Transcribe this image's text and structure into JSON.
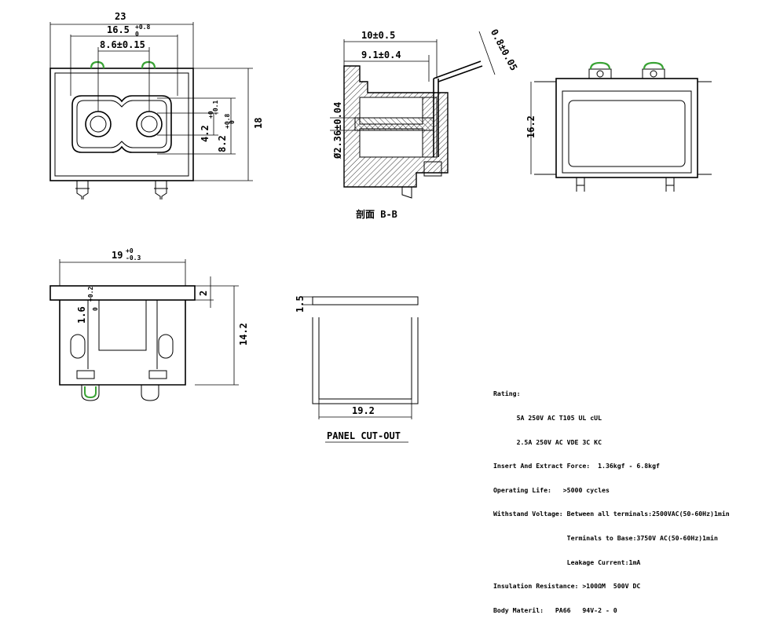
{
  "colors": {
    "line": "#000000",
    "accent": "#3aa335",
    "background": "#ffffff"
  },
  "front_view": {
    "width_23": "23",
    "width_16_5": "16.5",
    "width_16_5_tol_up": "+0.8",
    "width_16_5_tol_dn": "0",
    "pitch": "8.6±0.15",
    "dim_4_2": "4.2",
    "dim_4_2_tol_up": "+0",
    "dim_4_2_tol_dn": "-0.1",
    "dim_8_2": "8.2",
    "dim_8_2_tol_up": "+0.8",
    "dim_8_2_tol_dn": "0",
    "height_18": "18"
  },
  "section_view": {
    "depth_10": "10±0.5",
    "depth_9_1": "9.1±0.4",
    "pin_0_8": "0.8±0.05",
    "pin_dia": "Ø2.36±0.04",
    "caption": "剖面 B-B"
  },
  "side_view": {
    "height_16_2": "16.2"
  },
  "bottom_view": {
    "width_19": "19",
    "width_19_tol_up": "+0",
    "width_19_tol_dn": "-0.3",
    "flange_2": "2",
    "dim_1_6": "1.6",
    "dim_1_6_tol_up": "+0.2",
    "dim_1_6_tol_dn": "0",
    "height_14_2": "14.2"
  },
  "panel_cutout": {
    "thickness": "1.5",
    "width": "19.2",
    "caption": "PANEL CUT-OUT"
  },
  "specs": [
    "Rating:",
    "      5A 250V AC T105 UL cUL",
    "      2.5A 250V AC VDE 3C KC",
    "Insert And Extract Force:  1.36kgf - 6.8kgf",
    "Operating Life:   >5000 cycles",
    "Withstand Voltage: Between all terminals:2500VAC(50-60Hz)1min",
    "                   Terminals to Base:3750V AC(50-60Hz)1min",
    "                   Leakage Current:1mA",
    "Insulation Resistance: >100ΩM  500V DC",
    "Body Materil:   PA66   94V-2 - 0"
  ]
}
